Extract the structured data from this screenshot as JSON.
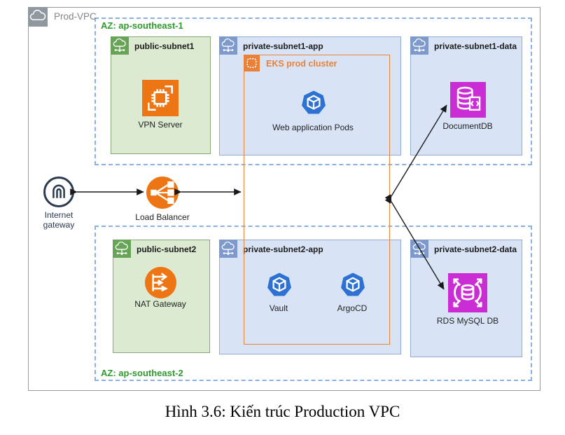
{
  "figure": {
    "caption": "Hình 3.6: Kiến trúc Production VPC"
  },
  "vpc": {
    "label": "Prod-VPC"
  },
  "azs": {
    "az1": "AZ: ap-southeast-1",
    "az2": "AZ: ap-southeast-2"
  },
  "subnets": {
    "public1": "public-subnet1",
    "private1_app": "private-subnet1-app",
    "private1_data": "private-subnet1-data",
    "public2": "public-subnet2",
    "private2_app": "private-subnet2-app",
    "private2_data": "private-subnet2-data"
  },
  "cluster": {
    "label": "EKS prod cluster"
  },
  "nodes": {
    "vpn_server": "VPN Server",
    "internet_gateway": "Internet gateway",
    "load_balancer": "Load Balancer",
    "web_pods": "Web application Pods",
    "documentdb": "DocumentDB",
    "nat_gateway": "NAT Gateway",
    "vault": "Vault",
    "argocd": "ArgoCD",
    "rds": "RDS MySQL DB"
  },
  "colors": {
    "az_border": "#8ab0e8",
    "az_text": "#2d9b2d",
    "public_subnet_fill": "#ddead2",
    "public_subnet_badge": "#68a457",
    "private_subnet_fill": "#d8e4f6",
    "private_subnet_badge": "#7e99cc",
    "eks_orange": "#e8833a",
    "icon_orange": "#ed7514",
    "pod_blue": "#2d72d2",
    "database_magenta": "#c92dd3",
    "igw_navy": "#2c3b4f",
    "vpc_gray": "#8f989e"
  }
}
